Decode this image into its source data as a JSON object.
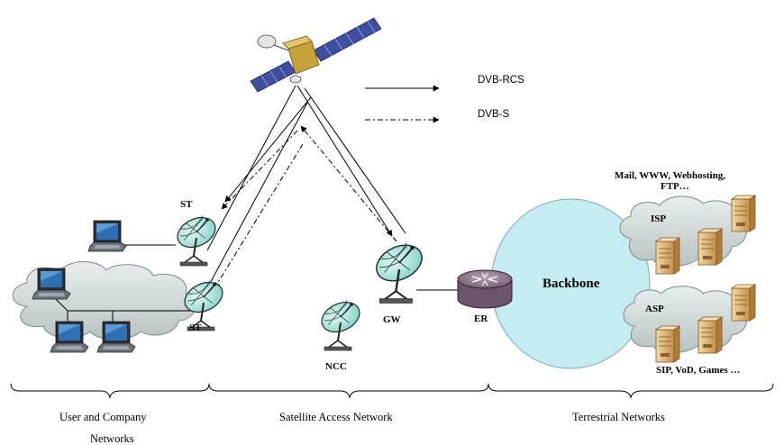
{
  "legend": {
    "solid_label": "DVB-RCS",
    "dashdot_label": "DVB-S"
  },
  "nodes": {
    "st_top": "ST",
    "st_bottom": "ST",
    "gw": "GW",
    "ncc": "NCC",
    "er": "ER",
    "backbone": "Backbone",
    "isp": "ISP",
    "asp": "ASP"
  },
  "services": {
    "isp_services_line1": "Mail, WWW, Webhosting,",
    "isp_services_line2": "FTP…",
    "asp_services": "SIP, VoD, Games …"
  },
  "sections": {
    "user_line1": "User and Company",
    "user_line2": "Networks",
    "satellite": "Satellite Access Network",
    "terrestrial": "Terrestrial Networks"
  },
  "colors": {
    "cloud_fill": "#d6dcdc",
    "backbone_fill": "#c6ecf3",
    "dish_fill": "#aee5de",
    "router_fill": "#8a6f86",
    "server_fill": "#e2b77a",
    "solar_panel": "#3f4fa0",
    "satellite_gold": "#c8a23a"
  }
}
